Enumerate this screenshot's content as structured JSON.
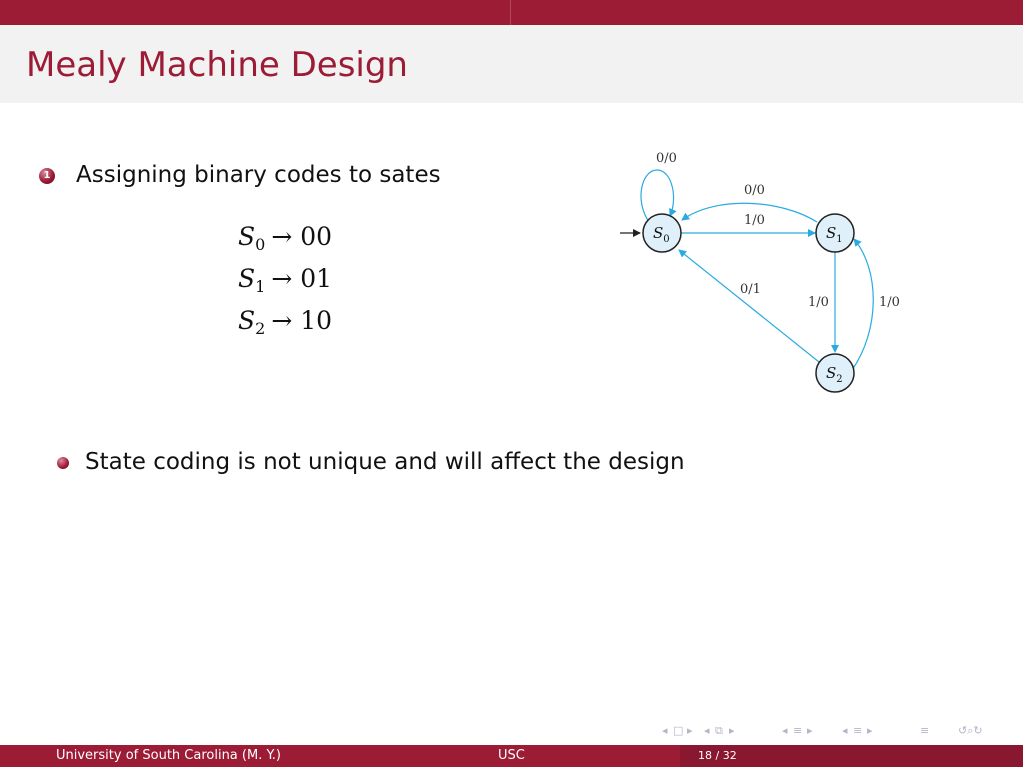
{
  "slide": {
    "title": "Mealy Machine Design",
    "enum_number": "1",
    "enum_text": "Assigning binary codes to sates",
    "codes": [
      {
        "state": "S",
        "sub": "0",
        "arrow": "→",
        "code": "00"
      },
      {
        "state": "S",
        "sub": "1",
        "arrow": "→",
        "code": "01"
      },
      {
        "state": "S",
        "sub": "2",
        "arrow": "→",
        "code": "10"
      }
    ],
    "bullet_text": "State coding is not unique and will affect the design"
  },
  "diagram": {
    "states": [
      {
        "name": "S",
        "sub": "0"
      },
      {
        "name": "S",
        "sub": "1"
      },
      {
        "name": "S",
        "sub": "2"
      }
    ],
    "transitions": [
      {
        "from": "S0",
        "to": "S0",
        "label": "0/0"
      },
      {
        "from": "S1",
        "to": "S0",
        "label": "0/0"
      },
      {
        "from": "S0",
        "to": "S1",
        "label": "1/0"
      },
      {
        "from": "S2",
        "to": "S0",
        "label": "0/1"
      },
      {
        "from": "S1",
        "to": "S2",
        "label": "1/0"
      },
      {
        "from": "S2",
        "to": "S1",
        "label": "1/0"
      }
    ],
    "colors": {
      "state_fill": "#dff0fa",
      "arrow": "#29abe2",
      "stroke": "#222222"
    }
  },
  "navigation": {
    "icons": [
      "nav-prev-frame-icon",
      "nav-frame-icon",
      "nav-next-frame-icon",
      "nav-prev-subsection-icon",
      "nav-subsection-icon",
      "nav-next-subsection-icon",
      "nav-prev-section-icon",
      "nav-section-icon",
      "nav-next-section-icon",
      "nav-toc-icon",
      "nav-search-icon"
    ]
  },
  "footer": {
    "author": "University of South Carolina  (M. Y.)",
    "institute": "USC",
    "page": "18 / 32"
  },
  "colors": {
    "accent": "#9c1b35",
    "title_bg": "#f2f2f2",
    "nav": "#b5b5c8"
  }
}
